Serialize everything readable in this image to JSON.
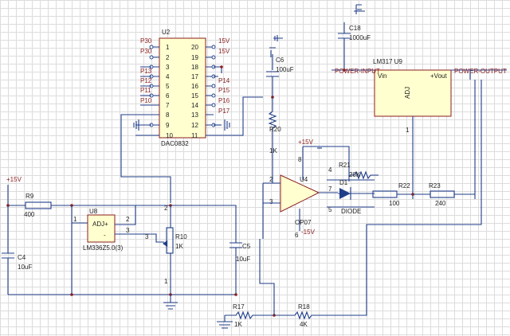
{
  "components": {
    "u2": {
      "ref": "U2",
      "value": "DAC0832",
      "left_pins": [
        "1",
        "2",
        "3",
        "4",
        "5",
        "6",
        "7",
        "8",
        "9",
        "10"
      ],
      "right_pins": [
        "20",
        "19",
        "18",
        "17",
        "16",
        "15",
        "14",
        "13",
        "12",
        "11"
      ],
      "left_nets": [
        "P30",
        "P30",
        "P13",
        "P12",
        "P11",
        "P10"
      ],
      "right_nets": [
        "15V",
        "15V",
        "P14",
        "P15",
        "P16",
        "P17"
      ]
    },
    "u8": {
      "ref": "U8",
      "value": "LM336Z5.0(3)",
      "pin_adj": "ADJ+",
      "pin_minus": "-",
      "pin1": "1",
      "pin2": "2",
      "pin3": "3"
    },
    "u4": {
      "ref": "U4",
      "value": "OP07",
      "pin2": "2",
      "pin3": "3",
      "pin4": "4",
      "pin5": "5",
      "pin6": "6",
      "pin7": "7",
      "pin8": "8",
      "supply_pos": "+15V",
      "supply_neg": "-15V"
    },
    "u9": {
      "ref": "LM317  U9",
      "vin": "Vin",
      "vout": "+Vout",
      "adj": "ADJ",
      "pin1": "1"
    },
    "r9": {
      "ref": "R9",
      "value": "400"
    },
    "r10": {
      "ref": "R10",
      "value": "1K",
      "pin3": "3"
    },
    "r17": {
      "ref": "R17",
      "value": "1K"
    },
    "r18": {
      "ref": "R18",
      "value": "4K"
    },
    "r20": {
      "ref": "R20",
      "value": "1K"
    },
    "r21": {
      "ref": "R21",
      "value": "20K"
    },
    "r22": {
      "ref": "R22",
      "value": "100"
    },
    "r23": {
      "ref": "R23",
      "value": "240"
    },
    "c4": {
      "ref": "C4",
      "value": "10uF"
    },
    "c5": {
      "ref": "C5",
      "value": "10uF"
    },
    "c6": {
      "ref": "C6",
      "value": "100uF"
    },
    "c18": {
      "ref": "C18",
      "value": "1000uF"
    },
    "d1": {
      "ref": "D1",
      "value": "DIODE"
    }
  },
  "nets": {
    "power_input": "POWER-INPUT",
    "power_output": "POWER-OUTPUT",
    "plus15v": "+15V"
  },
  "node_labels": {
    "n2": "2",
    "n1": "1"
  }
}
